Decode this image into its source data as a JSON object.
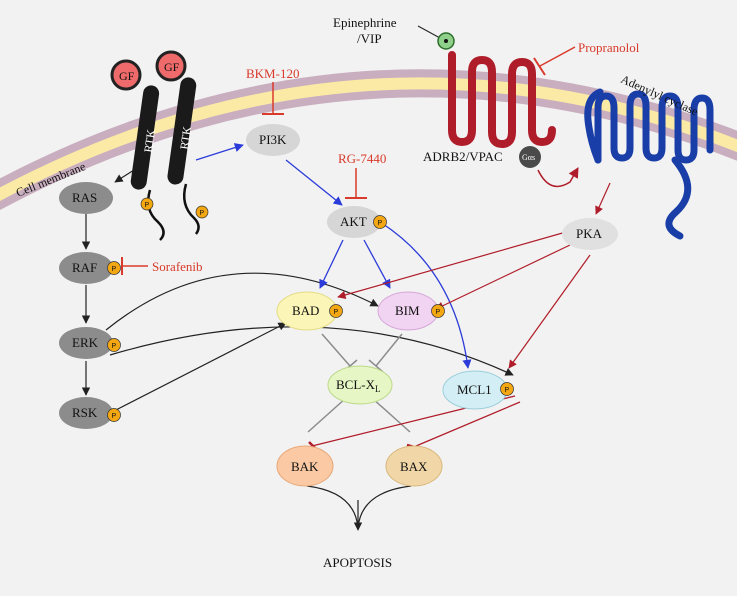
{
  "colors": {
    "background": "#f2f2f2",
    "membrane_outer": "#c9aebf",
    "membrane_inner": "#fbeaa6",
    "gray_node": "#8c8c8c",
    "light_node": "#d6d6d6",
    "inhibit_red": "#d93a2b",
    "activate_blue": "#2b3bd9",
    "gpcr_red": "#b01d2a",
    "cyclase_blue": "#1a3ea8",
    "bad_fill": "#fbf6b8",
    "bim_fill": "#f1d3f2",
    "bclxl_fill": "#e6f6c4",
    "mcl1_fill": "#d3eef4",
    "bak_fill": "#fbc9a3",
    "bax_fill": "#f1d7a8",
    "phospho": "#f3a712",
    "gf_fill": "#ef6a6a"
  },
  "labels": {
    "cell_membrane": "Cell membrane",
    "epinephrine_line1": "Epinephrine",
    "epinephrine_line2": "/VIP",
    "adrb2": "ADRB2/VPAC",
    "adenylyl_cyclase": "Adenylyl cyclase",
    "gs": "Gαs",
    "gf": "GF",
    "rtk": "RTK",
    "phospho": "P",
    "apoptosis": "APOPTOSIS"
  },
  "drugs": {
    "bkm120": "BKM-120",
    "rg7440": "RG-7440",
    "sorafenib": "Sorafenib",
    "propranolol": "Propranolol"
  },
  "nodes": {
    "ras": "RAS",
    "raf": "RAF",
    "erk": "ERK",
    "rsk": "RSK",
    "pi3k": "PI3K",
    "akt": "AKT",
    "pka": "PKA",
    "bad": "BAD",
    "bim": "BIM",
    "bclxl_main": "BCL-X",
    "bclxl_sub": "L",
    "mcl1": "MCL1",
    "bak": "BAK",
    "bax": "BAX"
  }
}
